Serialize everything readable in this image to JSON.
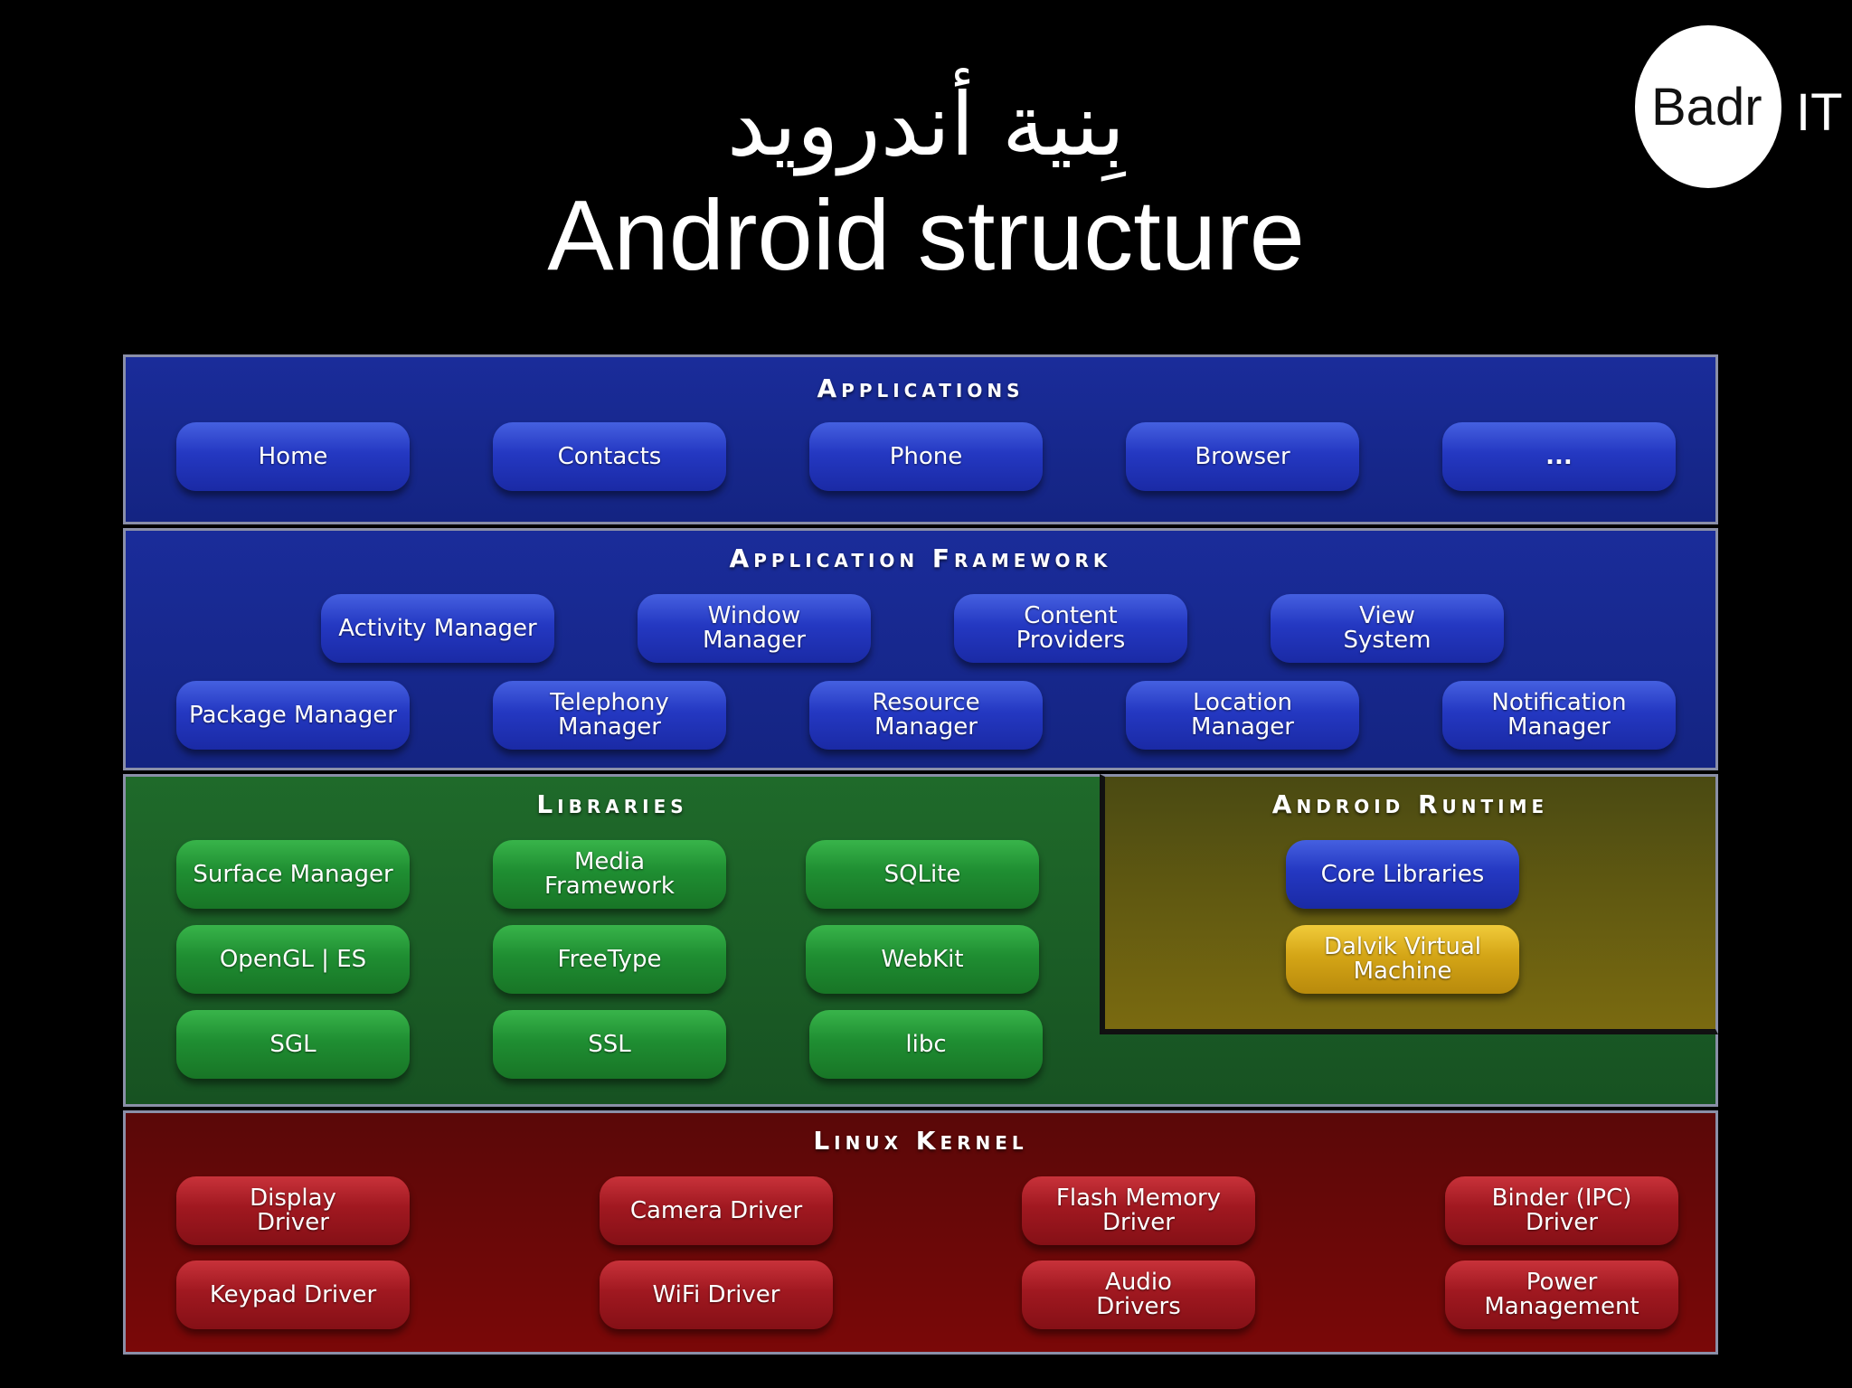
{
  "header": {
    "title_arabic": "بِنية أندرويد",
    "title_english": "Android structure"
  },
  "logo": {
    "badr": "Badr",
    "it": "IT"
  },
  "colors": {
    "applications_layer": "#1a2c9a",
    "framework_layer": "#1a2c9a",
    "libraries_layer": "#1f6a2a",
    "runtime_layer": "#7a6a10",
    "kernel_layer": "#6a0808",
    "blue_box": "#2438c2",
    "green_box": "#1f8e32",
    "yellow_box": "#d4a516",
    "red_box": "#a01820"
  },
  "layers": {
    "applications": {
      "title": "Applications",
      "items": [
        "Home",
        "Contacts",
        "Phone",
        "Browser",
        "..."
      ]
    },
    "framework": {
      "title": "Application Framework",
      "row1": [
        "Activity Manager",
        "Window\nManager",
        "Content\nProviders",
        "View\nSystem"
      ],
      "row2": [
        "Package Manager",
        "Telephony\nManager",
        "Resource\nManager",
        "Location\nManager",
        "Notification\nManager"
      ]
    },
    "libraries": {
      "title": "Libraries",
      "items": [
        "Surface Manager",
        "Media\nFramework",
        "SQLite",
        "OpenGL | ES",
        "FreeType",
        "WebKit",
        "SGL",
        "SSL",
        "libc"
      ]
    },
    "runtime": {
      "title": "Android Runtime",
      "items": [
        "Core Libraries",
        "Dalvik Virtual\nMachine"
      ]
    },
    "kernel": {
      "title": "Linux Kernel",
      "items": [
        "Display\nDriver",
        "Camera Driver",
        "Flash Memory\nDriver",
        "Binder (IPC)\nDriver",
        "Keypad Driver",
        "WiFi Driver",
        "Audio\nDrivers",
        "Power\nManagement"
      ]
    }
  }
}
